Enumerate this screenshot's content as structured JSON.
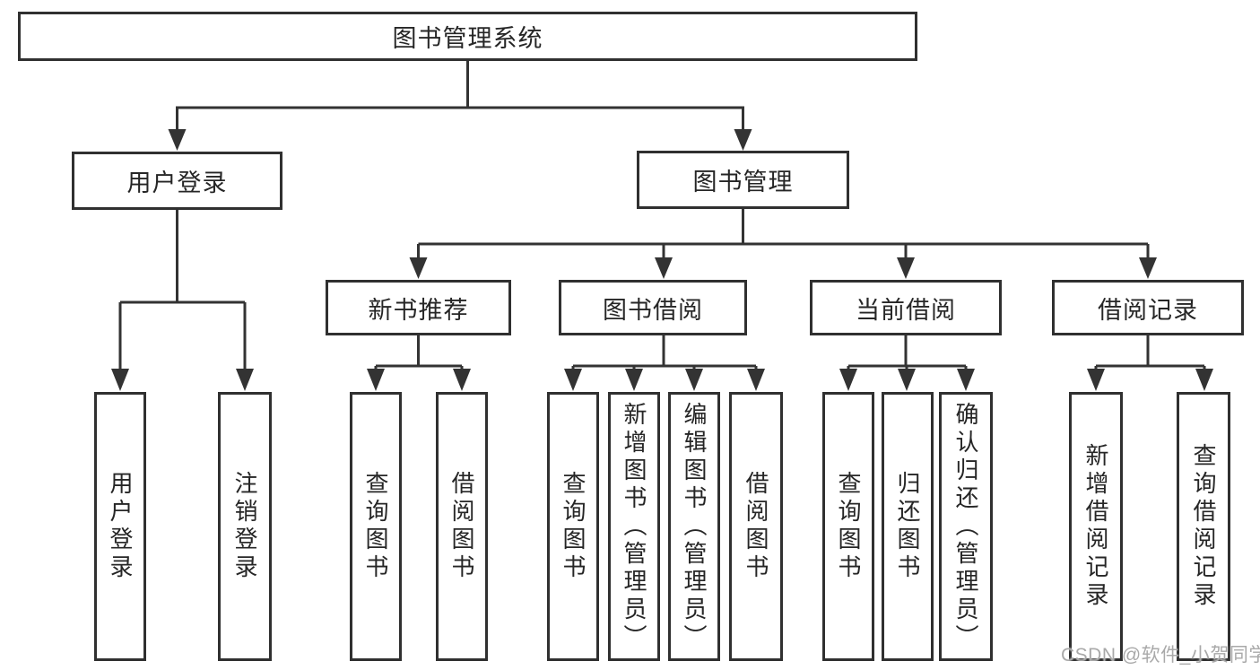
{
  "tree": {
    "label": "图书管理系统",
    "children": [
      {
        "label": "用户登录",
        "children": [
          {
            "label": "用户登录"
          },
          {
            "label": "注销登录"
          }
        ]
      },
      {
        "label": "图书管理",
        "children": [
          {
            "label": "新书推荐",
            "children": [
              {
                "label": "查询图书"
              },
              {
                "label": "借阅图书"
              }
            ]
          },
          {
            "label": "图书借阅",
            "children": [
              {
                "label": "查询图书"
              },
              {
                "label": "新增图书（管理员）"
              },
              {
                "label": "编辑图书（管理员）"
              },
              {
                "label": "借阅图书"
              }
            ]
          },
          {
            "label": "当前借阅",
            "children": [
              {
                "label": "查询图书"
              },
              {
                "label": "归还图书"
              },
              {
                "label": "确认归还（管理员）"
              }
            ]
          },
          {
            "label": "借阅记录",
            "children": [
              {
                "label": "新增借阅记录"
              },
              {
                "label": "查询借阅记录"
              }
            ]
          }
        ]
      }
    ]
  },
  "watermark": {
    "text": "CSDN @软件_小贺同学"
  },
  "colors": {
    "line": "#333333",
    "border": "#303030",
    "text": "#262626",
    "watermark": "#a9a9a9",
    "background": "#ffffff"
  }
}
